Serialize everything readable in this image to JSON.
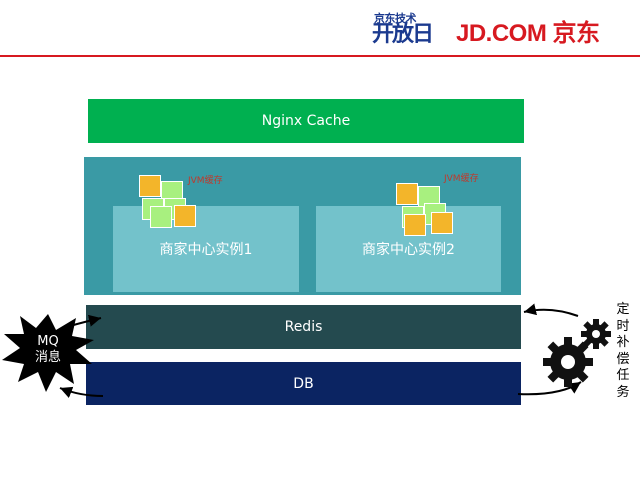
{
  "header": {
    "logo_tech_small": "京东技术",
    "logo_tech_big": "开放日",
    "logo_brand": "JD.COM 京东",
    "brand_color": "#d71920"
  },
  "layers": {
    "nginx": "Nginx Cache",
    "instance_1": "商家中心实例1",
    "instance_2": "商家中心实例2",
    "jvm_cache_1": "JVM缓存",
    "jvm_cache_2": "JVM缓存",
    "redis": "Redis",
    "db": "DB"
  },
  "mq": {
    "label_line1": "MQ",
    "label_line2": "消息"
  },
  "scheduled_task": {
    "label": "定时补偿任务",
    "icon": "gears-icon"
  }
}
